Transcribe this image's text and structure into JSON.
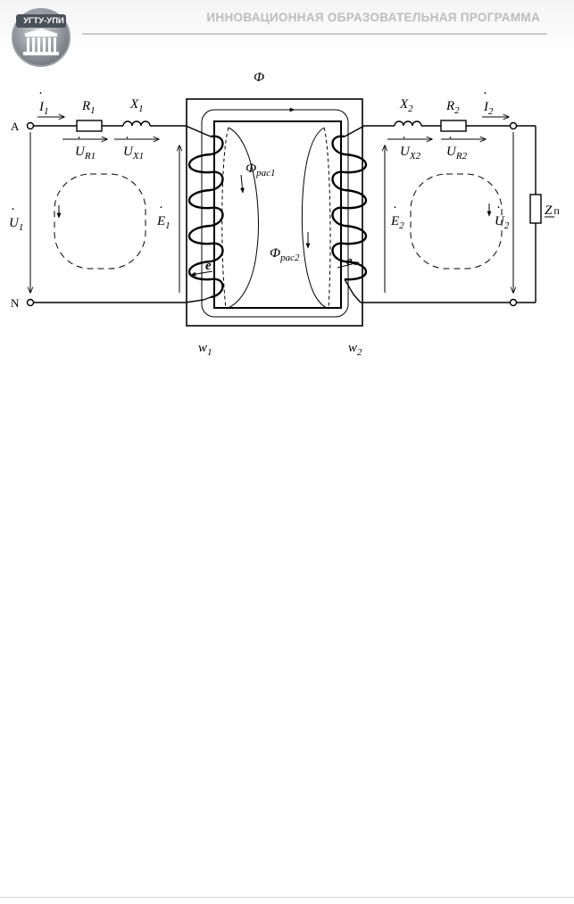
{
  "header": {
    "title": "ИННОВАЦИОННАЯ  ОБРАЗОВАТЕЛЬНАЯ  ПРОГРАММА",
    "logo_text": "УГТУ-УПИ"
  },
  "circuit": {
    "terminal_a": "A",
    "terminal_n": "N",
    "current_1": "I",
    "current_1_sub": "1",
    "resistor_1": "R",
    "resistor_1_sub": "1",
    "reactance_1": "X",
    "reactance_1_sub": "1",
    "voltage_r1": "U",
    "voltage_r1_sub": "R1",
    "voltage_x1": "U",
    "voltage_x1_sub": "X1",
    "voltage_1": "U",
    "voltage_1_sub": "1",
    "emf_1": "E",
    "emf_1_sub": "1",
    "flux_main": "Ф",
    "flux_leak_1": "Ф",
    "flux_leak_1_sub": "рас1",
    "flux_leak_2": "Ф",
    "flux_leak_2_sub": "рас2",
    "emf_arrow_1": "e",
    "emf_arrow_2": "e",
    "emf_2": "E",
    "emf_2_sub": "2",
    "reactance_2": "X",
    "reactance_2_sub": "2",
    "resistor_2": "R",
    "resistor_2_sub": "2",
    "current_2": "I",
    "current_2_sub": "2",
    "voltage_x2": "U",
    "voltage_x2_sub": "X2",
    "voltage_r2": "U",
    "voltage_r2_sub": "R2",
    "voltage_2": "U",
    "voltage_2_sub": "2",
    "load": "Z",
    "load_sub": "п",
    "winding_1": "w",
    "winding_1_sub": "1",
    "winding_2": "w",
    "winding_2_sub": "2"
  }
}
